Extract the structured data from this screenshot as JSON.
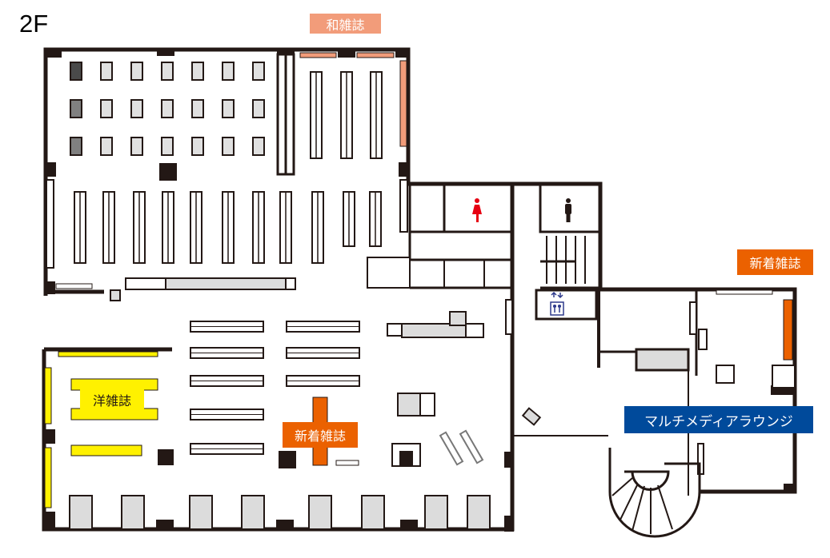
{
  "floor_label": "2F",
  "labels": {
    "japanese_magazines": "和雑誌",
    "new_magazines_top": "新着雑誌",
    "new_magazines_center": "新着雑誌",
    "foreign_magazines": "洋雑誌",
    "multimedia_lounge": "マルチメディアラウンジ"
  },
  "icons": {
    "womens_restroom": "female-restroom-icon",
    "mens_restroom": "male-restroom-icon",
    "elevator": "elevator-icon"
  },
  "colors": {
    "japanese_magazines": "#f29c7a",
    "new_magazines": "#eb6100",
    "foreign_magazines": "#fff100",
    "lounge": "#004a9b",
    "womens": "#e60012",
    "elevator": "#2e3a8c"
  }
}
